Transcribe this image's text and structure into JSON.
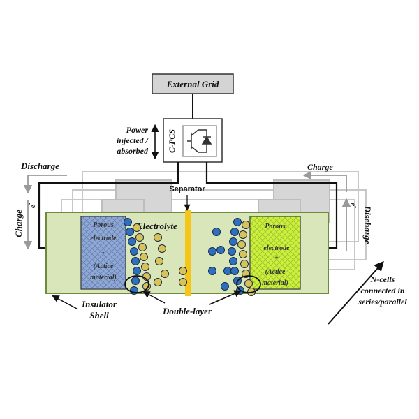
{
  "labels": {
    "external_grid": "External Grid",
    "cpcs": "C-PCS",
    "power_line1": "Power",
    "power_line2": "injected /",
    "power_line3": "absorbed",
    "discharge_left": "Discharge",
    "charge_right": "Charge",
    "charge_left": "Charge",
    "discharge_right": "Discharge",
    "electron_left": "e",
    "electron_left_sup": "-",
    "electron_right": "e",
    "electron_right_sup": "-",
    "separator": "Separator",
    "electrolyte": "Electrolyte",
    "double_layer": "Double-layer",
    "insulator_line1": "Insulator",
    "insulator_line2": "Shell",
    "ncells_line1": "N-cells",
    "ncells_line2": "connected in",
    "ncells_line3": "series/parallel"
  },
  "electrode_left": {
    "line1": "Porous",
    "line2": "electrode",
    "line3": "-",
    "line4": "(Actice",
    "line5": "material)"
  },
  "electrode_right": {
    "line1": "Porous",
    "line2": "electrode",
    "line3": "+",
    "line4": "(Actice",
    "line5": "material)"
  },
  "colors": {
    "cell_fill": "#d9e6b9",
    "cell_stroke": "#6e8b3d",
    "electrode_left": "#8ea9d8",
    "electrode_right": "#ccf03c",
    "separator": "#f5c518",
    "ion_blue": "#2e6fbf",
    "ion_yellow": "#d8c25a",
    "grid_box": "#d4d4d4",
    "ghost": "#c8c8c8"
  }
}
